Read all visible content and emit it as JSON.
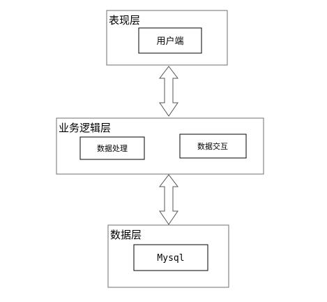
{
  "presentation_layer": {
    "title": "表现层",
    "client_box": "用户端"
  },
  "business_layer": {
    "title": "业务逻辑层",
    "data_processing_box": "数据处理",
    "data_interaction_box": "数据交互"
  },
  "data_layer": {
    "title": "数据层",
    "database_box": "Mysql"
  }
}
